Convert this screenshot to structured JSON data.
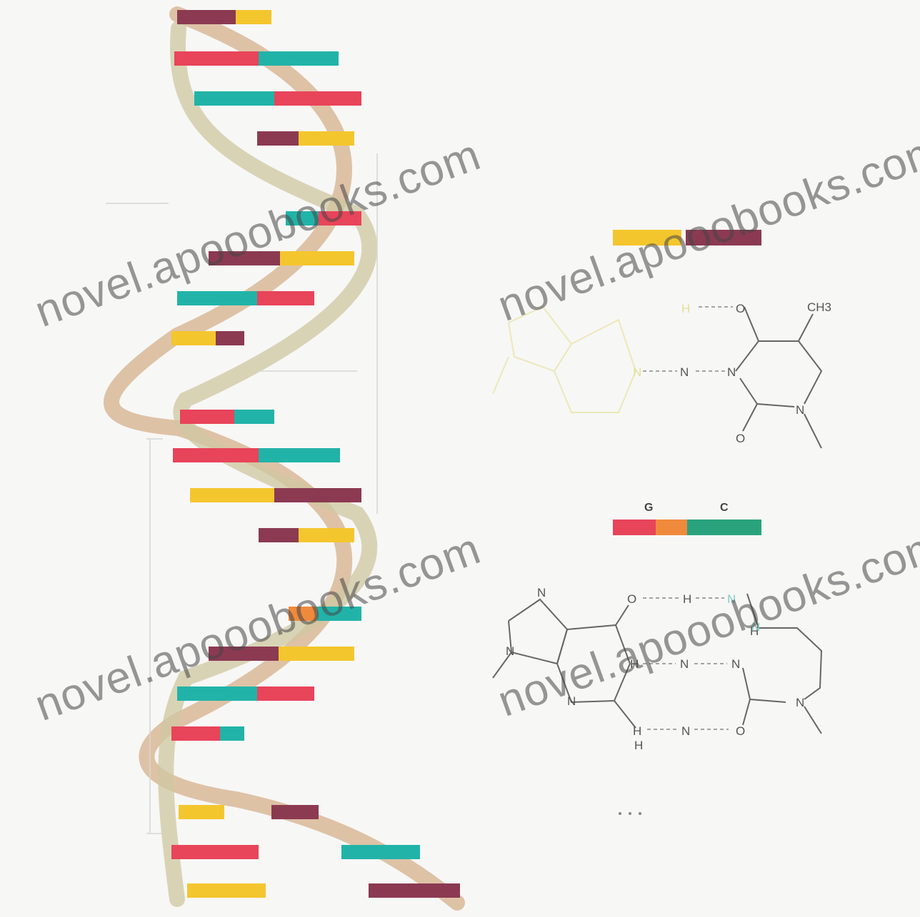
{
  "watermark": {
    "text": "novel.apooobooks.com"
  },
  "pair_gc": {
    "left_label": "G",
    "right_label": "C"
  },
  "molecule_at": {
    "top_right": "CH3",
    "atoms": [
      "O",
      "N",
      "N",
      "N",
      "O",
      "H",
      "N"
    ]
  },
  "molecule_gc": {
    "atoms": [
      "O",
      "H",
      "N",
      "N",
      "H",
      "N",
      "N",
      "N",
      "H",
      "N",
      "N",
      "H",
      "H",
      "O",
      "N",
      "N"
    ]
  },
  "colors": {
    "background": "#f7f7f6",
    "backbone_tan": "#d9b998",
    "backbone_olive": "#cfc7a0",
    "red": "#e8445a",
    "orange": "#ef8a3c",
    "yellow": "#f4c62e",
    "teal": "#22b3a8",
    "maroon": "#8b3a52",
    "green": "#2aa37c"
  }
}
